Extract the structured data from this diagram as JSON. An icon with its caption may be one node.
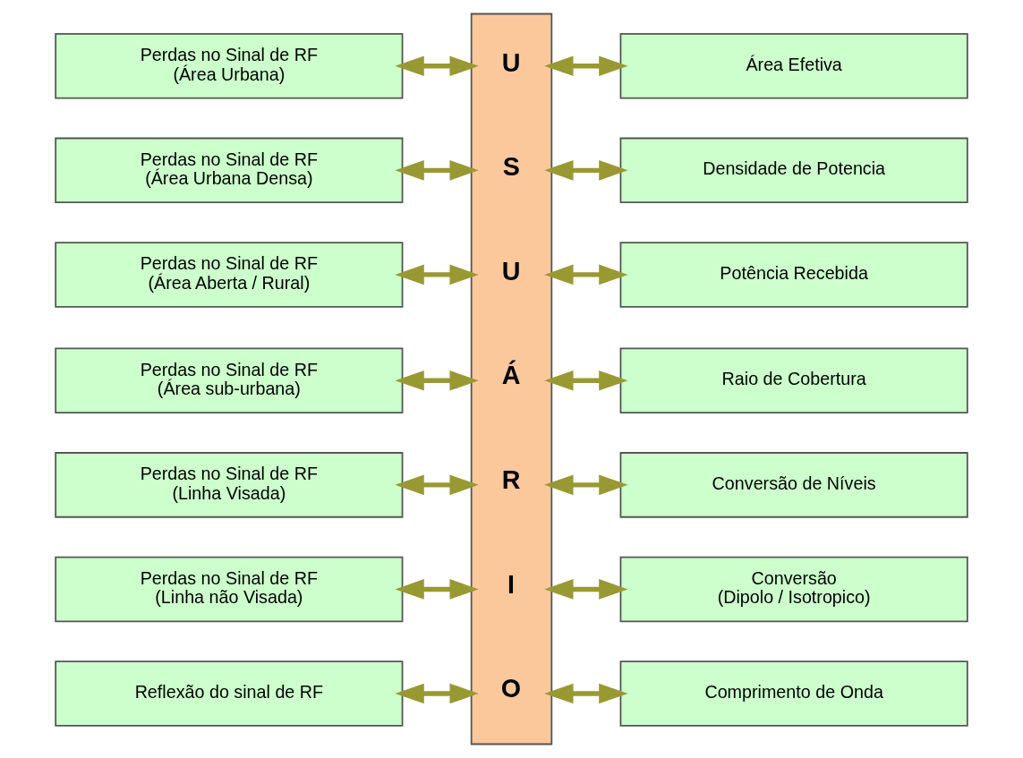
{
  "diagram": {
    "nodes": [
      {
        "text": [
          "U",
          "S",
          "U",
          "Á",
          "R",
          "I",
          "O"
        ]
      },
      {
        "text": [
          "Perdas no Sinal de RF (Área Urbana)"
        ]
      },
      {
        "text": [
          "Perdas no Sinal de RF (Área Urbana Densa)"
        ]
      },
      {
        "text": [
          "Perdas no Sinal de RF (Área Aberta / Rural)"
        ]
      },
      {
        "text": [
          "Perdas no Sinal de RF (Área sub-urbana)"
        ]
      },
      {
        "text": [
          "Perdas no Sinal de RF (Linha Visada)"
        ]
      },
      {
        "text": [
          "Perdas no Sinal de RF (Linha não Visada)"
        ]
      },
      {
        "text": [
          "Reflexão do sinal de RF"
        ]
      },
      {
        "text": [
          "Área Efetiva"
        ]
      },
      {
        "text": [
          "Densidade de Potencia"
        ]
      },
      {
        "text": [
          "Potência Recebida"
        ]
      },
      {
        "text": [
          "Raio de Cobertura"
        ]
      },
      {
        "text": [
          "Conversão de Níveis"
        ]
      },
      {
        "text": [
          "Conversão (Dipolo / Isotropico)"
        ]
      },
      {
        "text": [
          "Comprimento de Onda"
        ]
      }
    ],
    "edges": [
      {
        "from": 1,
        "to": 0,
        "arrow": "both"
      },
      {
        "from": 2,
        "to": 0,
        "arrow": "both"
      },
      {
        "from": 3,
        "to": 0,
        "arrow": "both"
      },
      {
        "from": 4,
        "to": 0,
        "arrow": "both"
      },
      {
        "from": 5,
        "to": 0,
        "arrow": "both"
      },
      {
        "from": 6,
        "to": 0,
        "arrow": "both"
      },
      {
        "from": 7,
        "to": 0,
        "arrow": "both"
      },
      {
        "from": 0,
        "to": 8,
        "arrow": "both"
      },
      {
        "from": 0,
        "to": 9,
        "arrow": "both"
      },
      {
        "from": 0,
        "to": 10,
        "arrow": "both"
      },
      {
        "from": 0,
        "to": 11,
        "arrow": "both"
      },
      {
        "from": 0,
        "to": 12,
        "arrow": "both"
      },
      {
        "from": 0,
        "to": 13,
        "arrow": "both"
      },
      {
        "from": 0,
        "to": 14,
        "arrow": "both"
      }
    ]
  }
}
